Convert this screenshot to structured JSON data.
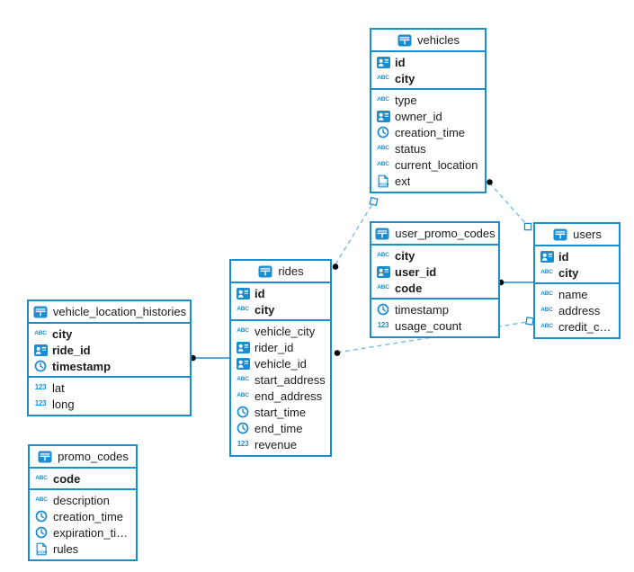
{
  "tables": [
    {
      "name": "vehicles",
      "primary_columns": [
        {
          "name": "id",
          "type": "uuid"
        },
        {
          "name": "city",
          "type": "text"
        }
      ],
      "columns": [
        {
          "name": "type",
          "type": "text"
        },
        {
          "name": "owner_id",
          "type": "uuid"
        },
        {
          "name": "creation_time",
          "type": "timestamp"
        },
        {
          "name": "status",
          "type": "text"
        },
        {
          "name": "current_location",
          "type": "text"
        },
        {
          "name": "ext",
          "type": "json"
        }
      ]
    },
    {
      "name": "user_promo_codes",
      "primary_columns": [
        {
          "name": "city",
          "type": "text"
        },
        {
          "name": "user_id",
          "type": "uuid"
        },
        {
          "name": "code",
          "type": "text"
        }
      ],
      "columns": [
        {
          "name": "timestamp",
          "type": "timestamp"
        },
        {
          "name": "usage_count",
          "type": "number"
        }
      ]
    },
    {
      "name": "users",
      "primary_columns": [
        {
          "name": "id",
          "type": "uuid"
        },
        {
          "name": "city",
          "type": "text"
        }
      ],
      "columns": [
        {
          "name": "name",
          "type": "text"
        },
        {
          "name": "address",
          "type": "text"
        },
        {
          "name": "credit_card",
          "type": "text"
        }
      ]
    },
    {
      "name": "rides",
      "primary_columns": [
        {
          "name": "id",
          "type": "uuid"
        },
        {
          "name": "city",
          "type": "text"
        }
      ],
      "columns": [
        {
          "name": "vehicle_city",
          "type": "text"
        },
        {
          "name": "rider_id",
          "type": "uuid"
        },
        {
          "name": "vehicle_id",
          "type": "uuid"
        },
        {
          "name": "start_address",
          "type": "text"
        },
        {
          "name": "end_address",
          "type": "text"
        },
        {
          "name": "start_time",
          "type": "timestamp"
        },
        {
          "name": "end_time",
          "type": "timestamp"
        },
        {
          "name": "revenue",
          "type": "number"
        }
      ]
    },
    {
      "name": "vehicle_location_histories",
      "primary_columns": [
        {
          "name": "city",
          "type": "text"
        },
        {
          "name": "ride_id",
          "type": "uuid"
        },
        {
          "name": "timestamp",
          "type": "timestamp"
        }
      ],
      "columns": [
        {
          "name": "lat",
          "type": "number"
        },
        {
          "name": "long",
          "type": "number"
        }
      ]
    },
    {
      "name": "promo_codes",
      "primary_columns": [
        {
          "name": "code",
          "type": "text"
        }
      ],
      "columns": [
        {
          "name": "description",
          "type": "text"
        },
        {
          "name": "creation_time",
          "type": "timestamp"
        },
        {
          "name": "expiration_time",
          "type": "timestamp"
        },
        {
          "name": "rules",
          "type": "json"
        }
      ]
    }
  ],
  "type_icon_labels": {
    "text": "ABC",
    "number": "123",
    "json": "JSON"
  },
  "relationships": [
    {
      "from_table": "vehicles",
      "from_marker": "dot",
      "to_table": "users",
      "to_marker": "square",
      "line_style": "dashed"
    },
    {
      "from_table": "rides",
      "from_marker": "dot",
      "to_table": "vehicles",
      "to_marker": "square",
      "line_style": "dashed"
    },
    {
      "from_table": "user_promo_codes",
      "from_marker": "dot",
      "to_table": "users",
      "to_marker": "none",
      "line_style": "solid"
    },
    {
      "from_table": "rides",
      "from_marker": "dot",
      "to_table": "users",
      "to_marker": "square",
      "line_style": "dashed"
    },
    {
      "from_table": "vehicle_location_histories",
      "from_marker": "dot",
      "to_table": "rides",
      "to_marker": "none",
      "line_style": "solid"
    }
  ],
  "colors": {
    "accent": "#1a8cd0",
    "dashed_line": "#79bce7",
    "solid_line": "#1a8cd0",
    "marker_dot": "#0a0a0a",
    "row_text": "#1b1b1b",
    "background": "#ffffff"
  }
}
